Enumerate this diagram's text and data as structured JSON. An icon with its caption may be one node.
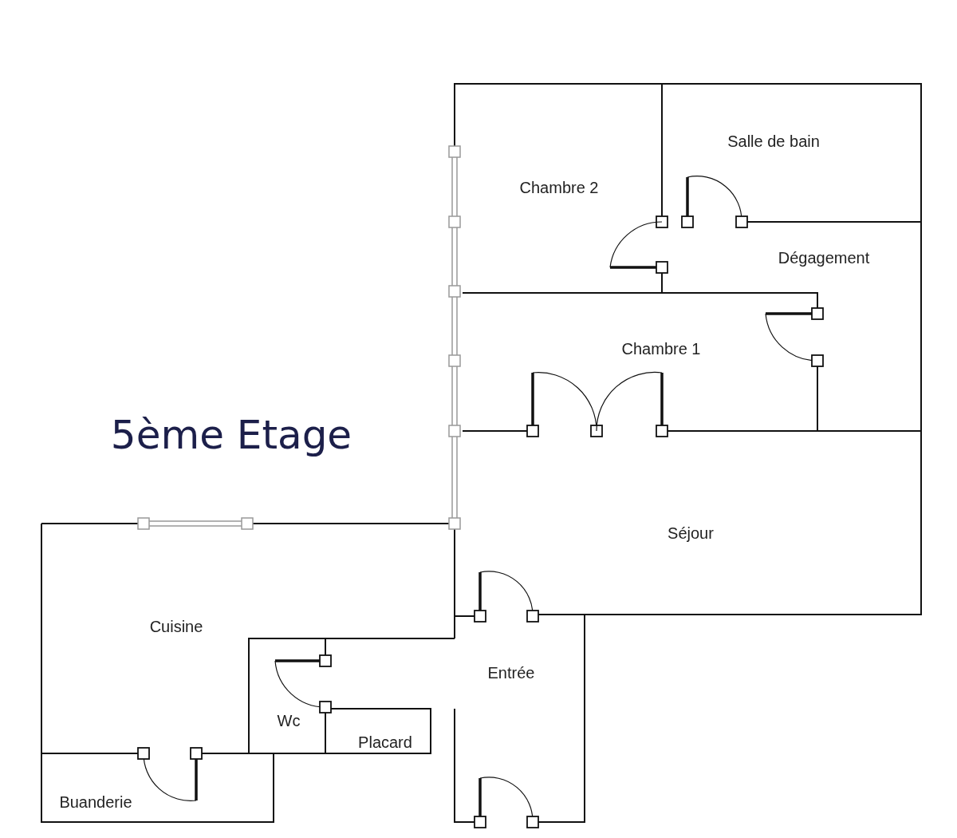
{
  "diagram": {
    "title": "5ème Etage",
    "labels": [
      "Chambre  2",
      "Salle de bain",
      "Dégagement",
      "Chambre  1",
      "Séjour",
      "Cuisine",
      "Entrée",
      "Wc",
      "Placard",
      "Buanderie"
    ]
  }
}
